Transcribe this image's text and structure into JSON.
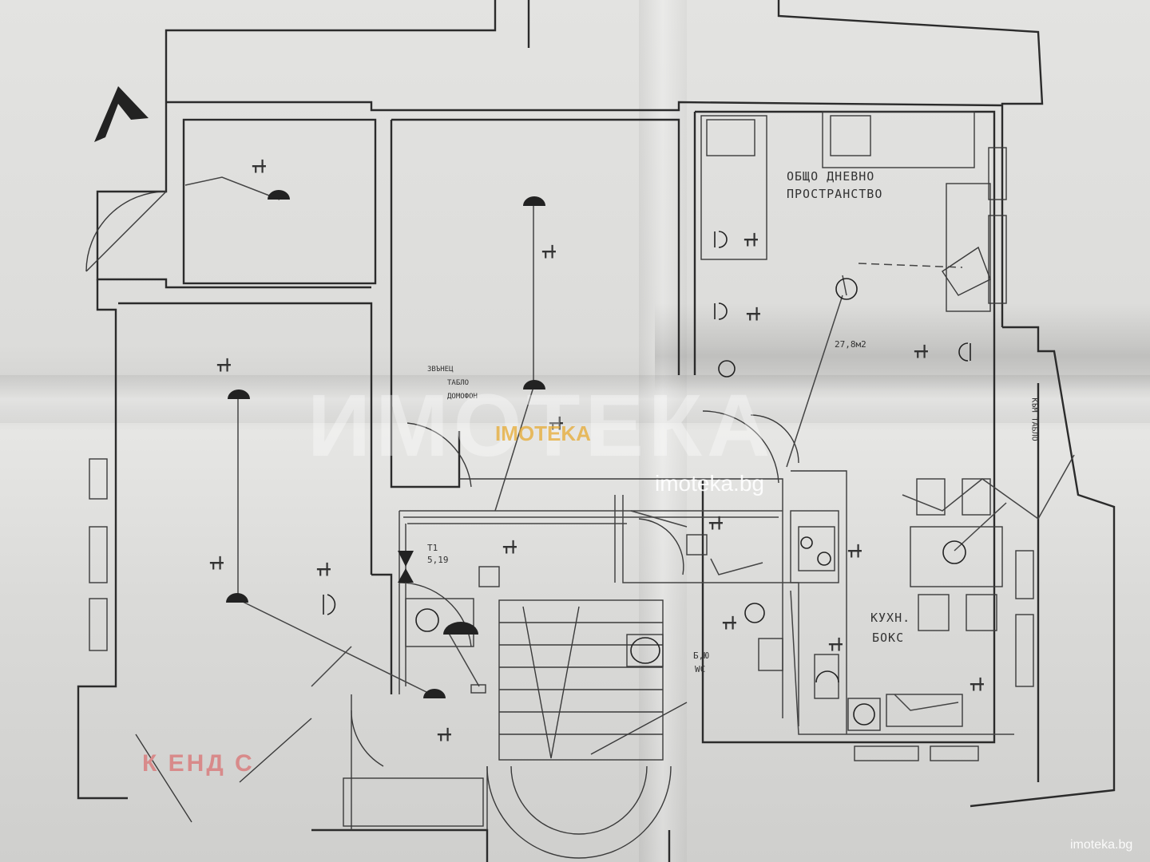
{
  "rooms": {
    "living": {
      "line1": "ОБЩО ДНЕВНО",
      "line2": "ПРОСТРАНСТВО",
      "area": "27,8м2"
    },
    "kitchen": {
      "line1": "КУХН.",
      "line2": "БОКС"
    },
    "hall": {
      "code": "Т1",
      "area": "5,19"
    },
    "wc": {
      "line1": "Б,Ю",
      "line2": "WC"
    },
    "corridor": {
      "label": "К ЕНД С"
    }
  },
  "notes": {
    "distribution": {
      "line1": "ЗВЪНЕЦ",
      "line2": "ТАБЛО",
      "line3": "ДОМОФОН"
    }
  },
  "side_text": "КЪМ ТАБЛО",
  "watermark": {
    "brand": "IMOTEKA",
    "big": "ИМОТЕКА",
    "url": "imoteka.bg",
    "corner": "imoteka.bg",
    "color": "#e6aa32"
  },
  "icons": [
    "north-arrow-icon",
    "ceiling-light-icon",
    "wall-light-icon",
    "switch-icon",
    "socket-icon",
    "fan-icon",
    "stairs-icon",
    "door-swing-icon",
    "bed-icon",
    "table-icon",
    "chair-icon",
    "sink-icon",
    "toilet-icon",
    "stove-icon",
    "washing-machine-icon"
  ]
}
